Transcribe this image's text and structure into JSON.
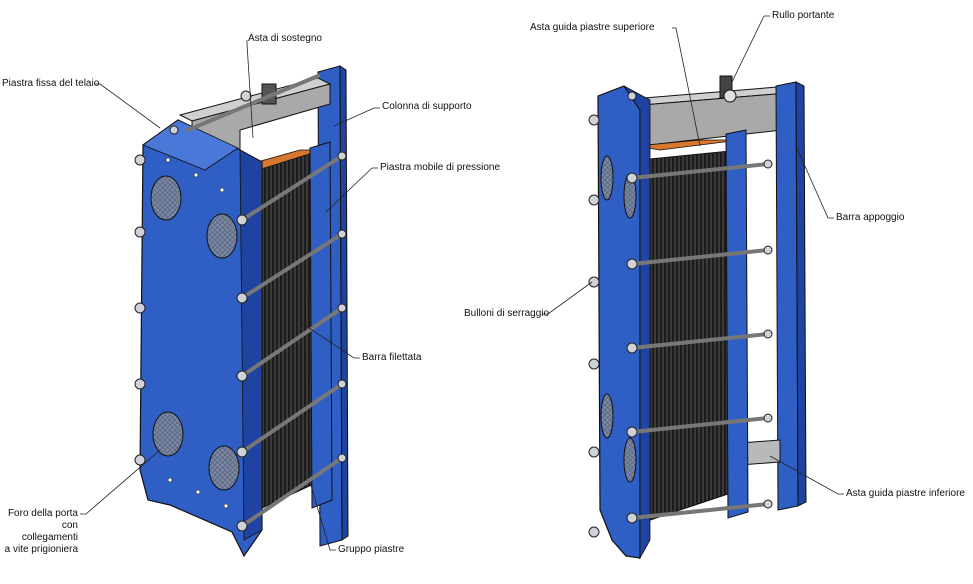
{
  "left_view": {
    "labels": {
      "asta_sostegno": "Asta di sostegno",
      "piastra_fissa": "Piastra fissa del telaio",
      "colonna_supporto": "Colonna di supporto",
      "piastra_mobile": "Piastra mobile di pressione",
      "barra_filettata": "Barra filettata",
      "foro_porta_1": "Foro della porta",
      "foro_porta_2": "con collegamenti",
      "foro_porta_3": "a vite prigioniera",
      "gruppo_piastre": "Gruppo piastre"
    }
  },
  "right_view": {
    "labels": {
      "asta_guida_sup": "Asta guida piastre superiore",
      "rullo_portante": "Rullo portante",
      "barra_appoggio": "Barra appoggio",
      "bulloni_serraggio": "Bulloni di serraggio",
      "asta_guida_inf": "Asta guida piastre inferiore"
    }
  },
  "colors": {
    "frame_blue": "#2f5fc4",
    "frame_blue_dark": "#1f43a0",
    "plate_dark": "#2b2b2b",
    "bar_gray": "#b9b9b9",
    "gasket_orange": "#d8772e"
  }
}
